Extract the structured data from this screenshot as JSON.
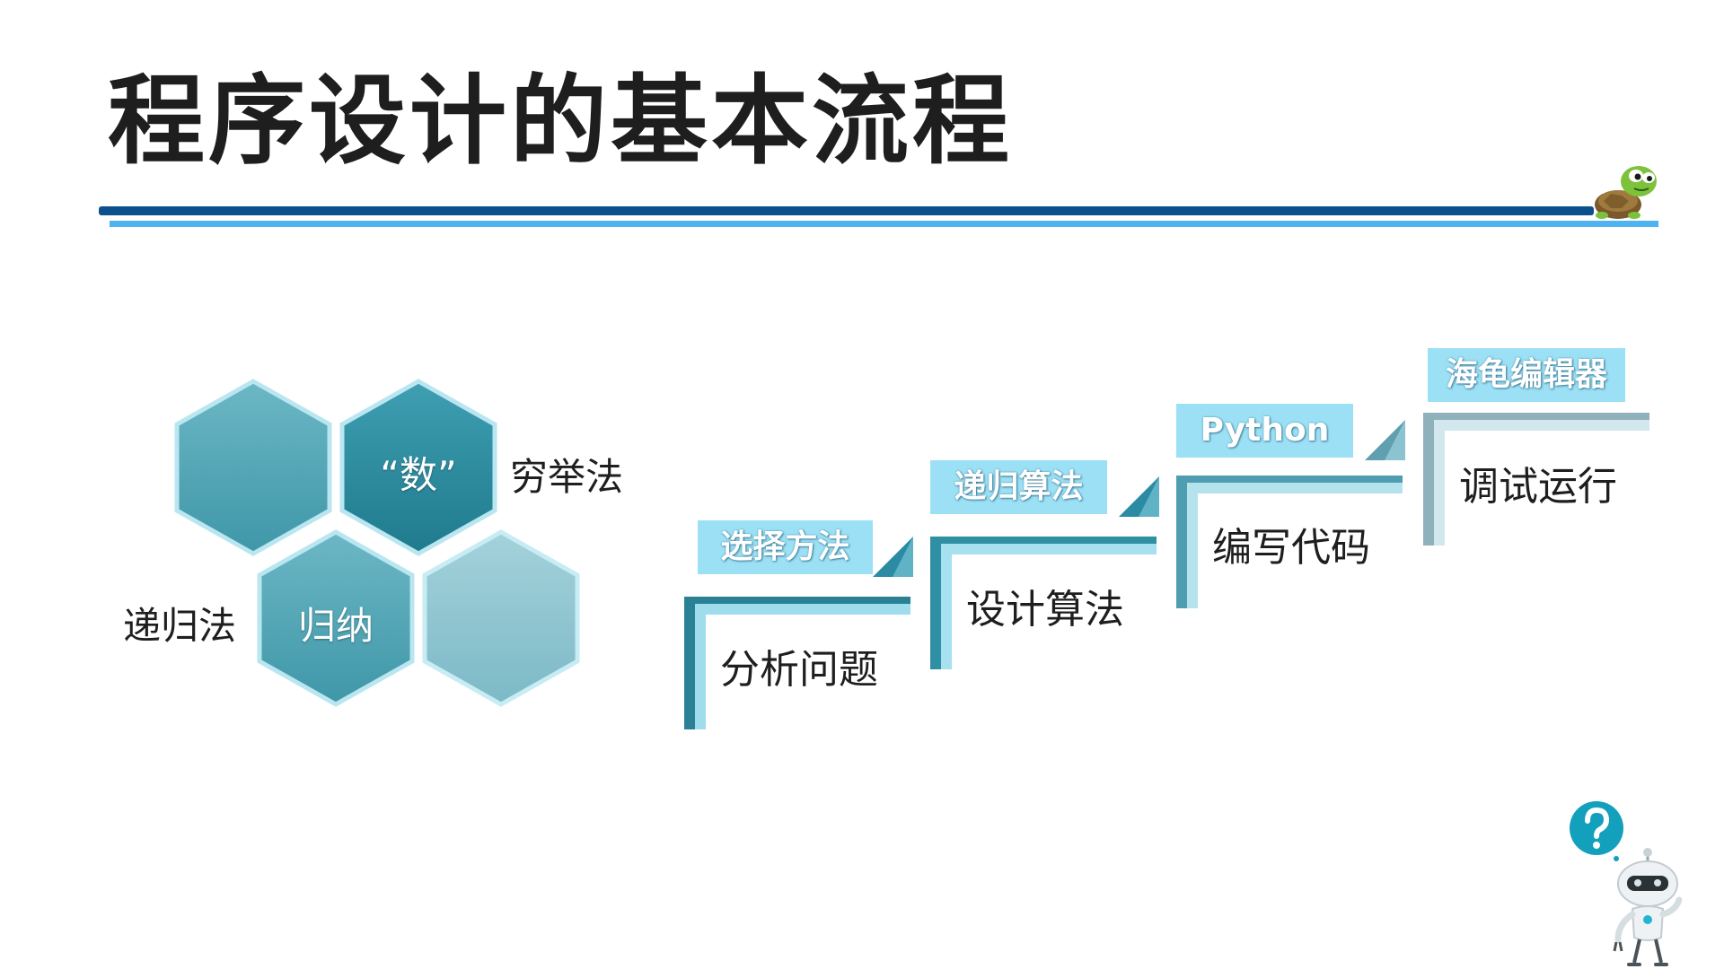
{
  "slide": {
    "title": "程序设计的基本流程"
  },
  "hexagons": {
    "top_right_label": "“数”",
    "bottom_left_label": "归纳",
    "right_side_label": "穷举法",
    "left_side_label": "递归法"
  },
  "steps": [
    {
      "text": "分析问题",
      "tag": "选择方法"
    },
    {
      "text": "设计算法",
      "tag": "递归算法"
    },
    {
      "text": "编写代码",
      "tag": "Python"
    },
    {
      "text": "调试运行",
      "tag": "海龟编辑器"
    }
  ],
  "colors": {
    "title": "#1e1e1e",
    "rule_dark": "#0b4f8c",
    "rule_light": "#4fb3f0",
    "tag_bg": "#9be0f5",
    "hex_dark": "#2f8da0",
    "hex_mid": "#58aab9",
    "hex_light": "#94c9d3"
  },
  "icons": [
    "turtle-icon",
    "question-mark-icon",
    "robot-icon"
  ]
}
